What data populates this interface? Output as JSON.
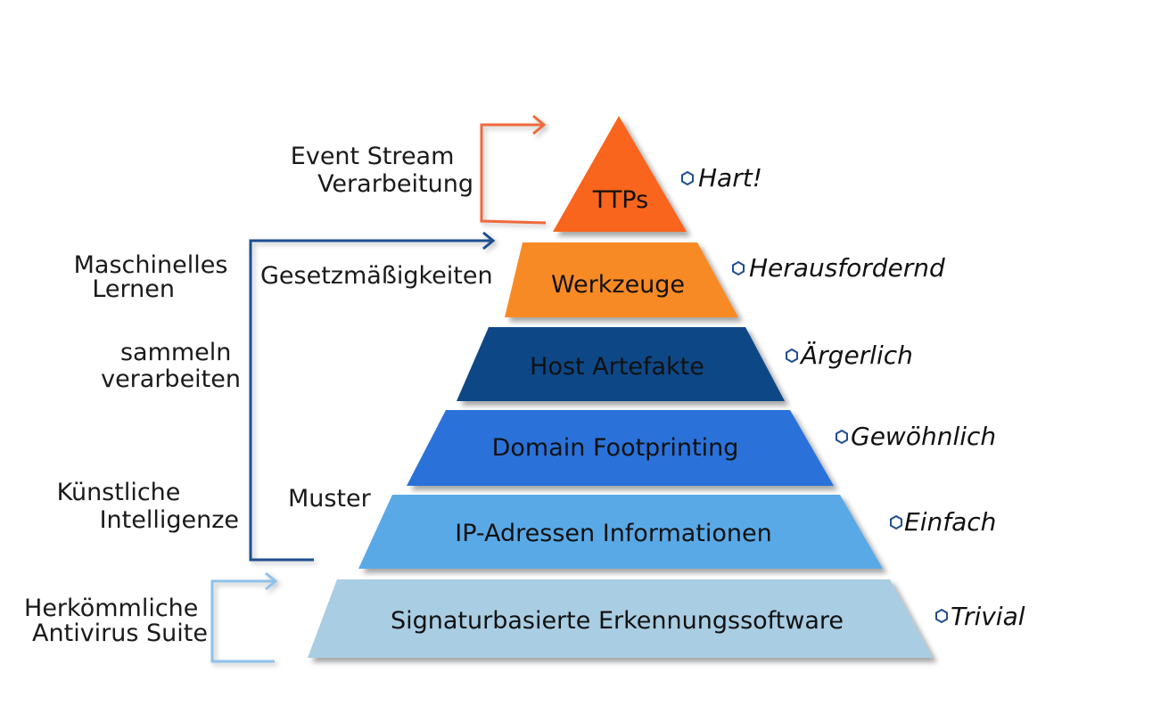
{
  "pyramid": {
    "levels": [
      {
        "label": "TTPs",
        "difficulty": "Hart!",
        "color": "#f9651c"
      },
      {
        "label": "Werkzeuge",
        "difficulty": "Herausfordernd",
        "color": "#f88a27"
      },
      {
        "label": "Host Artefakte",
        "difficulty": "Ärgerlich",
        "color": "#0d4786"
      },
      {
        "label": "Domain Footprinting",
        "difficulty": "Gewöhnlich",
        "color": "#2a72d9"
      },
      {
        "label": "IP-Adressen Informationen",
        "difficulty": "Einfach",
        "color": "#5aa9e7"
      },
      {
        "label": "Signaturbasierte Erkennungssoftware",
        "difficulty": "Trivial",
        "color": "#a9cde3"
      }
    ]
  },
  "annotations": {
    "event_stream": [
      "Event Stream",
      "Verarbeitung"
    ],
    "machine_learning": [
      "Maschinelles",
      "Lernen"
    ],
    "collect_process": [
      "sammeln",
      "verarbeiten"
    ],
    "ai": [
      "Künstliche",
      "Intelligenze"
    ],
    "antivirus": [
      "Herkömmliche",
      "Antivirus Suite"
    ],
    "regularities": "Gesetzmäßigkeiten",
    "patterns": "Muster"
  },
  "colors": {
    "orange_bracket": "#ef6b3c",
    "blue_bracket": "#1f4f8f",
    "light_bracket": "#8fc2ea",
    "bullet": "#1f4f8f"
  }
}
